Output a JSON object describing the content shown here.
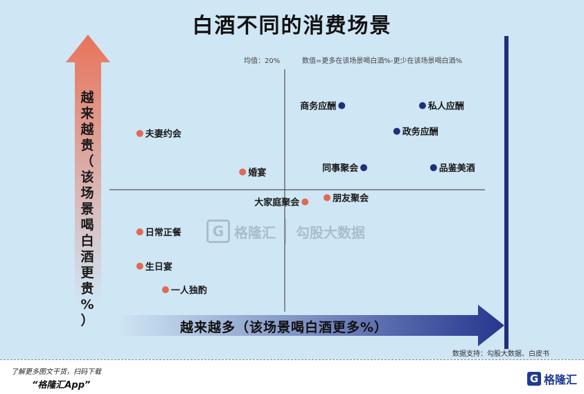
{
  "page": {
    "title": "白酒不同的消费场景",
    "average_note": "均值：20%",
    "value_note": "数值=更多在该场景喝白酒%-更少在该场景喝白酒%",
    "source": "数据支持：勾股大数据、白皮书",
    "watermark_left": "格隆汇",
    "watermark_right": "勾股大数据",
    "footer_note1": "了解更多图文干货，扫码下载",
    "footer_note2": "“格隆汇App”",
    "footer_logo_text": "格隆汇",
    "footer_logo_letter": "G"
  },
  "colors": {
    "panel_bg": "#cfe6f4",
    "point_red": "#e06a55",
    "point_blue": "#1f2f7a",
    "arrow_up_top": "#e8735a",
    "arrow_right_end": "#26368f",
    "axis_line": "#333333",
    "right_border": "#1f2f7a"
  },
  "chart_data": {
    "type": "scatter",
    "title": "白酒不同的消费场景",
    "xlabel": "越来越多（该场景喝白酒更多%）",
    "ylabel": "越来越贵（该场景喝白酒更贵%）",
    "divider_label": "均值：20%",
    "grid": false,
    "axis_ticks": false,
    "points": [
      {
        "label": "夫妻约会",
        "x": 0.06,
        "y": 0.7,
        "color": "red",
        "label_side": "right"
      },
      {
        "label": "婚宴",
        "x": 0.34,
        "y": 0.52,
        "color": "red",
        "label_side": "right"
      },
      {
        "label": "商务应酬",
        "x": 0.61,
        "y": 0.83,
        "color": "blue",
        "label_side": "left"
      },
      {
        "label": "私人应酬",
        "x": 0.83,
        "y": 0.83,
        "color": "blue",
        "label_side": "right"
      },
      {
        "label": "政务应酬",
        "x": 0.76,
        "y": 0.71,
        "color": "blue",
        "label_side": "right"
      },
      {
        "label": "同事聚会",
        "x": 0.67,
        "y": 0.54,
        "color": "blue",
        "label_side": "left"
      },
      {
        "label": "品鉴美酒",
        "x": 0.86,
        "y": 0.54,
        "color": "blue",
        "label_side": "right"
      },
      {
        "label": "大家庭聚会",
        "x": 0.51,
        "y": 0.38,
        "color": "red",
        "label_side": "left"
      },
      {
        "label": "朋友聚会",
        "x": 0.57,
        "y": 0.4,
        "color": "red",
        "label_side": "right"
      },
      {
        "label": "日常正餐",
        "x": 0.06,
        "y": 0.24,
        "color": "red",
        "label_side": "right"
      },
      {
        "label": "生日宴",
        "x": 0.06,
        "y": 0.08,
        "color": "red",
        "label_side": "right"
      },
      {
        "label": "一人独酌",
        "x": 0.13,
        "y": -0.03,
        "color": "red",
        "label_side": "right"
      }
    ]
  }
}
